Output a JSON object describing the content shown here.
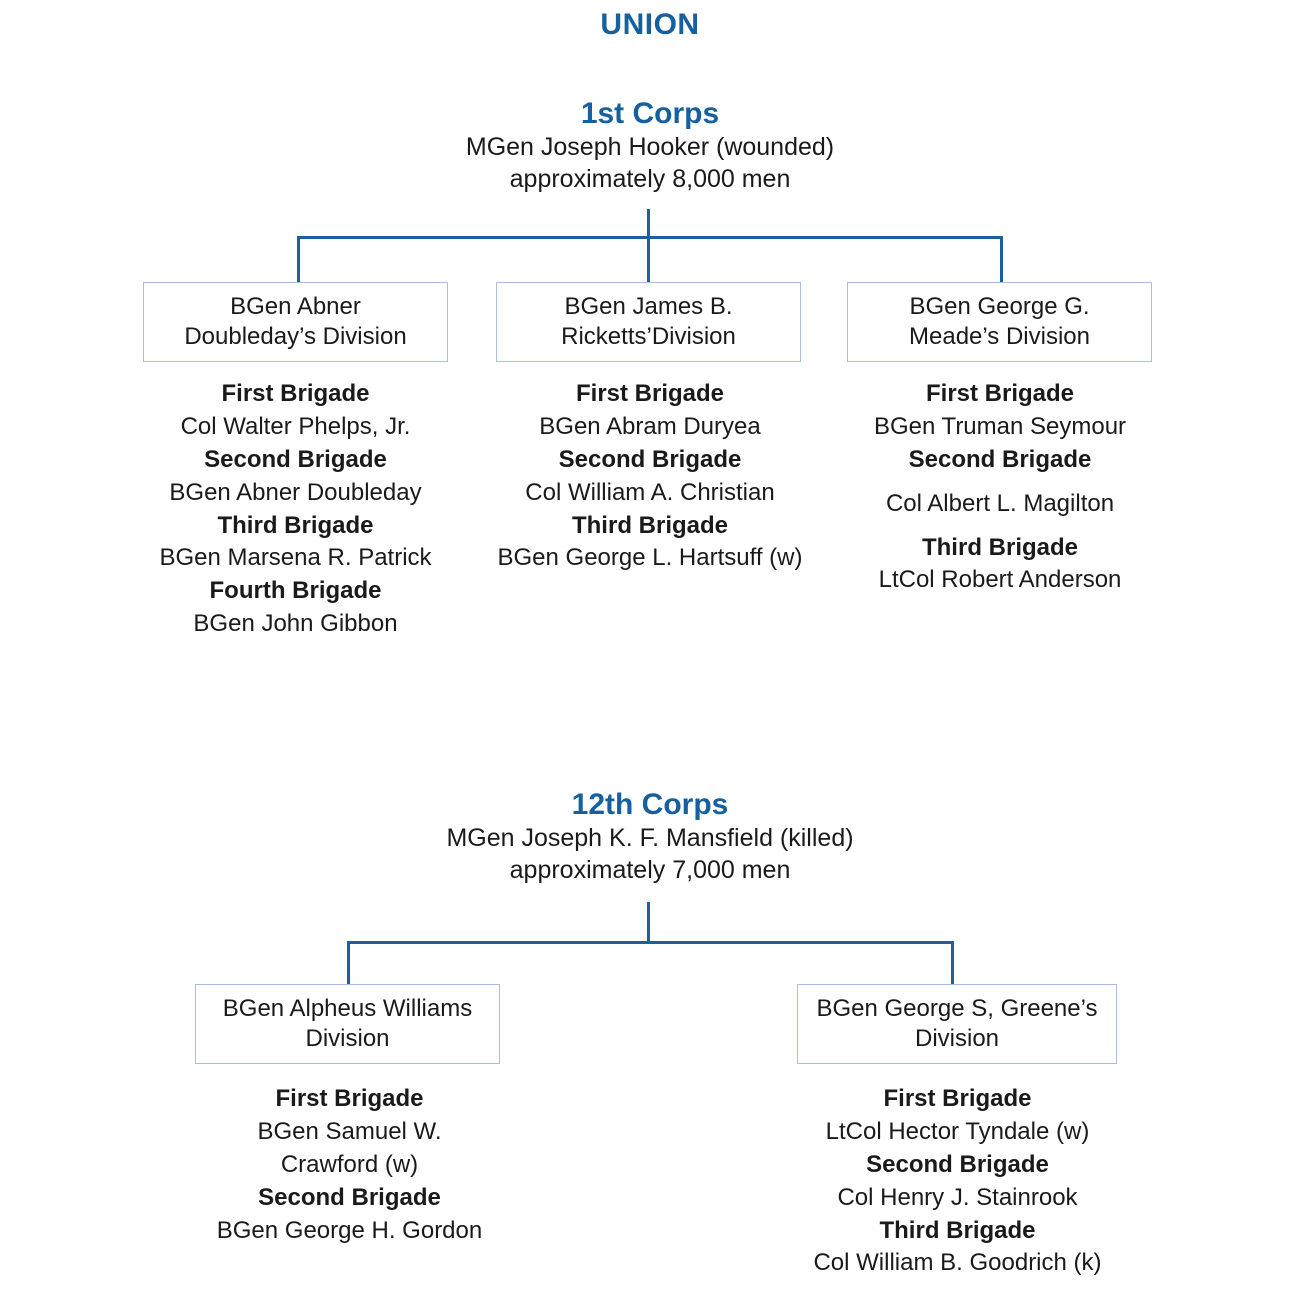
{
  "colors": {
    "heading_blue": "#16609f",
    "connector_blue": "#1f5f9e",
    "box_border": "#a8c0de",
    "text": "#1a1a1a",
    "background": "#ffffff"
  },
  "page_title": "UNION",
  "corps": [
    {
      "id": "first-corps",
      "title": "1st Corps",
      "commander": "MGen Joseph Hooker (wounded)",
      "strength": "approximately 8,000 men",
      "divisions": [
        {
          "id": "doubleday-division",
          "box_line1": "BGen Abner",
          "box_line2": "Doubleday’s Division",
          "brigades": [
            {
              "name": "First Brigade",
              "commander": "Col Walter Phelps, Jr."
            },
            {
              "name": "Second Brigade",
              "commander": "BGen Abner Doubleday"
            },
            {
              "name": "Third Brigade",
              "commander": "BGen Marsena R. Patrick"
            },
            {
              "name": "Fourth Brigade",
              "commander": "BGen John Gibbon"
            }
          ]
        },
        {
          "id": "ricketts-division",
          "box_line1": "BGen James B.",
          "box_line2": "Ricketts’Division",
          "brigades": [
            {
              "name": "First Brigade",
              "commander": "BGen Abram Duryea"
            },
            {
              "name": "Second Brigade",
              "commander": "Col William A. Christian"
            },
            {
              "name": "Third Brigade",
              "commander": "BGen George L. Hartsuff (w)"
            }
          ]
        },
        {
          "id": "meade-division",
          "box_line1": "BGen George G.",
          "box_line2": "Meade’s Division",
          "brigades": [
            {
              "name": "First Brigade",
              "commander": "BGen Truman Seymour"
            },
            {
              "name": "Second Brigade",
              "commander": "Col Albert L. Magilton"
            },
            {
              "name": "Third Brigade",
              "commander": "LtCol Robert Anderson"
            }
          ]
        }
      ]
    },
    {
      "id": "twelfth-corps",
      "title": "12th Corps",
      "commander": "MGen Joseph K. F. Mansfield (killed)",
      "strength": "approximately 7,000 men",
      "divisions": [
        {
          "id": "williams-division",
          "box_line1": "BGen Alpheus Williams",
          "box_line2": "Division",
          "brigades": [
            {
              "name": "First Brigade",
              "commander": "BGen Samuel W. Crawford (w)"
            },
            {
              "name": "Second Brigade",
              "commander": "BGen George H. Gordon"
            }
          ]
        },
        {
          "id": "greene-division",
          "box_line1": "BGen George S, Greene’s",
          "box_line2": "Division",
          "brigades": [
            {
              "name": "First Brigade",
              "commander": "LtCol Hector Tyndale (w)"
            },
            {
              "name": "Second Brigade",
              "commander": "Col Henry J. Stainrook"
            },
            {
              "name": "Third Brigade",
              "commander": "Col William B. Goodrich (k)"
            }
          ]
        }
      ]
    }
  ]
}
